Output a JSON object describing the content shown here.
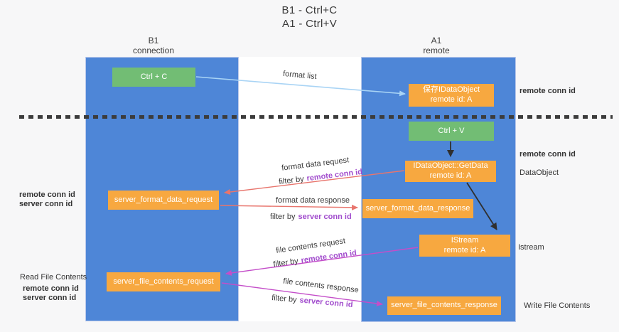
{
  "title": {
    "line1": "B1 - Ctrl+C",
    "line2": "A1 - Ctrl+V"
  },
  "lanes": {
    "b1": {
      "name": "B1",
      "subtitle": "connection"
    },
    "a1": {
      "name": "A1",
      "subtitle": "remote"
    }
  },
  "nodes": {
    "ctrl_c": {
      "label": "Ctrl + C"
    },
    "ctrl_v": {
      "label": "Ctrl + V"
    },
    "save_dataobject": {
      "line1": "保存IDataObject",
      "line2": "remote id: A"
    },
    "getdata": {
      "line1": "IDataObject::GetData",
      "line2": "remote id: A"
    },
    "istream": {
      "line1": "IStream",
      "line2": "remote id: A"
    },
    "server_format_data_request": {
      "label": "server_format_data_request"
    },
    "server_format_data_response": {
      "label": "server_format_data_response"
    },
    "server_file_contents_request": {
      "label": "server_file_contents_request"
    },
    "server_file_contents_response": {
      "label": "server_file_contents_response"
    }
  },
  "flow_labels": {
    "format_list": "format list",
    "format_data_request": "format data request",
    "format_data_response": "format data response",
    "file_contents_request": "file contents request",
    "file_contents_response": "file contents response",
    "filter_by": "filter by",
    "remote_conn_id": "remote conn id",
    "server_conn_id": "server conn id"
  },
  "side_labels": {
    "remote_conn_id_top": "remote conn id",
    "remote_conn_id_mid": "remote conn id",
    "dataobject": "DataObject",
    "istream": "Istream",
    "write_file_contents": "Write File Contents",
    "read_file_contents": "Read File Contents",
    "left_remote_conn_id": "remote conn id",
    "left_server_conn_id": "server conn id",
    "left_remote_conn_id_2": "remote conn id",
    "left_server_conn_id_2": "server conn id"
  },
  "colors": {
    "lane_fill": "#4e86d7",
    "node_green": "#72bd74",
    "node_orange": "#f7a840",
    "arrow_blue": "#a9d4f5",
    "arrow_red": "#e8756d",
    "arrow_magenta": "#c44ec9",
    "arrow_black": "#2f2f2f",
    "text_purple": "#a14ccd",
    "text_green": "#55b45c",
    "dash_line": "#3c3c3c"
  }
}
